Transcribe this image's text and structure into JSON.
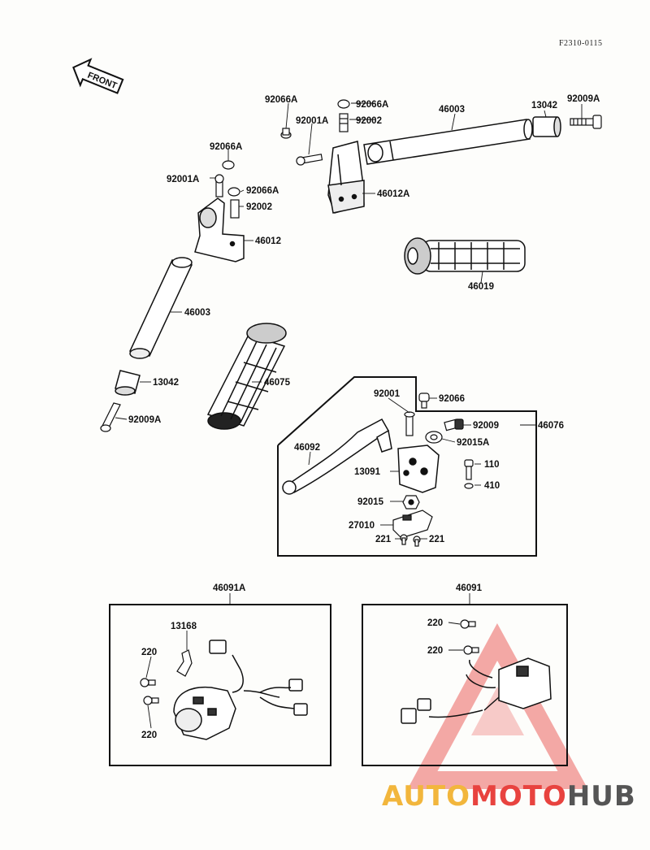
{
  "doc_code": "F2310-0115",
  "front_label": "FRONT",
  "watermark": {
    "part1": "AUTO",
    "part2": "MOTO",
    "part3": "HUB"
  },
  "labels": {
    "l92066a_top": "92066A",
    "l92066a_tr": "92066A",
    "l92001a_tr": "92001A",
    "l92002_tr": "92002",
    "l46003_tr": "46003",
    "l13042_tr": "13042",
    "l92009a_tr": "92009A",
    "l46012a": "46012A",
    "l92066a_l": "92066A",
    "l92001a_l": "92001A",
    "l92066a_l2": "92066A",
    "l92002_l": "92002",
    "l46012": "46012",
    "l46019": "46019",
    "l46003_l": "46003",
    "l46075": "46075",
    "l13042_l": "13042",
    "l92009a_l": "92009A",
    "l92001": "92001",
    "l92066": "92066",
    "l46076": "46076",
    "l92009": "92009",
    "l92015a": "92015A",
    "l46092": "46092",
    "l13091": "13091",
    "l110": "110",
    "l410": "410",
    "l92015": "92015",
    "l27010": "27010",
    "l221a": "221",
    "l221b": "221",
    "l46091a": "46091A",
    "l46091": "46091",
    "l13168": "13168",
    "l220a": "220",
    "l220b": "220",
    "l220c": "220",
    "l220d": "220"
  },
  "colors": {
    "ink": "#111111",
    "watermark_red": "#e8433f",
    "watermark_yellow": "#f2b63c",
    "watermark_grey": "#555555"
  }
}
